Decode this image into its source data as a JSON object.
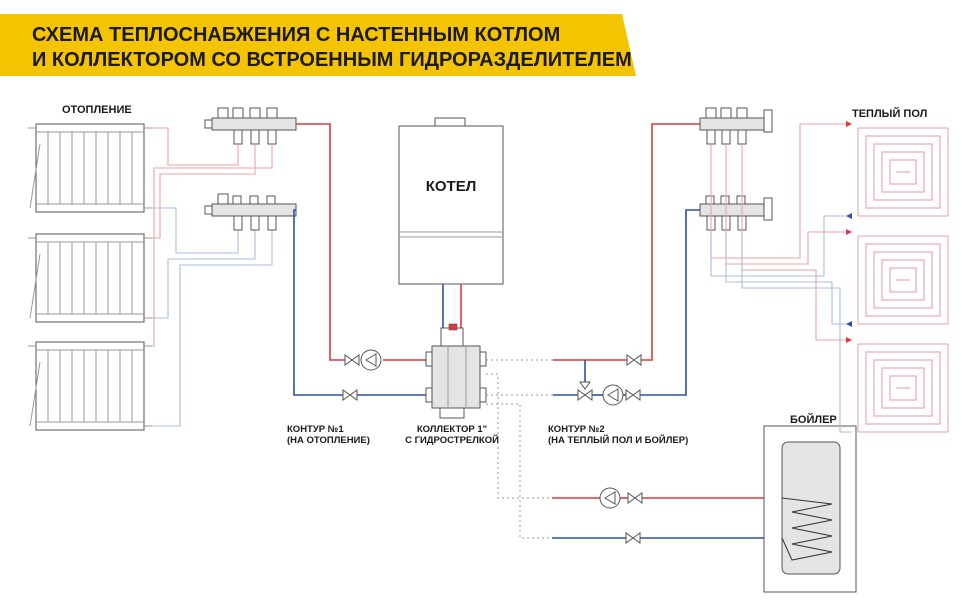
{
  "banner": {
    "line1": "СХЕМА ТЕПЛОСНАБЖЕНИЯ С НАСТЕННЫМ КОТЛОМ",
    "line2": "И КОЛЛЕКТОРОМ СО ВСТРОЕННЫМ ГИДРОРАЗДЕЛИТЕЛЕМ",
    "color": "#f5c400"
  },
  "labels": {
    "heating": "ОТОПЛЕНИЕ",
    "floor": "ТЕПЛЫЙ ПОЛ",
    "boiler_unit": "КОТЕЛ",
    "tank": "БОЙЛЕР",
    "circuit1_l1": "КОНТУР №1",
    "circuit1_l2": "(НА ОТОПЛЕНИЕ)",
    "collector_l1": "КОЛЛЕКТОР 1\"",
    "collector_l2": "С ГИДРОСТРЕЛКОЙ",
    "circuit2_l1": "КОНТУР №2",
    "circuit2_l2": "(НА ТЕПЛЫЙ ПОЛ И БОЙЛЕР)"
  },
  "colors": {
    "supply": "#e0383b",
    "return": "#2f4ea8",
    "supply_light": "#f0a0a6",
    "return_light": "#a9bddd"
  }
}
